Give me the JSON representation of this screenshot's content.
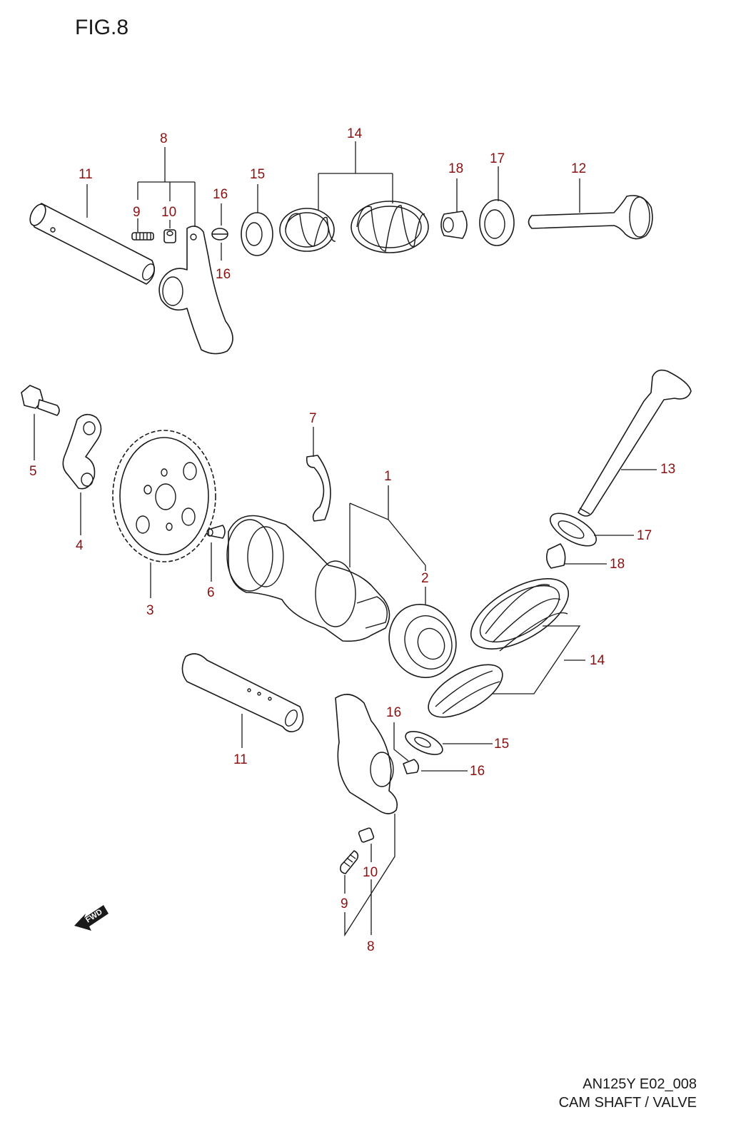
{
  "figure": {
    "title": "FIG.8",
    "model_code": "AN125Y E02_008",
    "caption": "CAM SHAFT / VALVE"
  },
  "fwd_arrow": {
    "label": "FWD"
  },
  "callouts": {
    "top_11": "11",
    "top_8": "8",
    "top_9": "9",
    "top_10": "10",
    "top_16a": "16",
    "top_16b": "16",
    "top_15": "15",
    "top_14": "14",
    "top_18": "18",
    "top_17": "17",
    "top_12": "12",
    "c_5": "5",
    "c_4": "4",
    "c_3": "3",
    "c_6": "6",
    "c_7": "7",
    "c_1": "1",
    "c_2": "2",
    "c_13": "13",
    "c_17": "17",
    "c_18": "18",
    "c_14": "14",
    "c_15": "15",
    "c_16a": "16",
    "c_16b": "16",
    "c_11": "11",
    "c_10": "10",
    "c_9": "9",
    "c_8": "8"
  },
  "colors": {
    "callout": "#8b1111",
    "line": "#1a1a1a"
  }
}
